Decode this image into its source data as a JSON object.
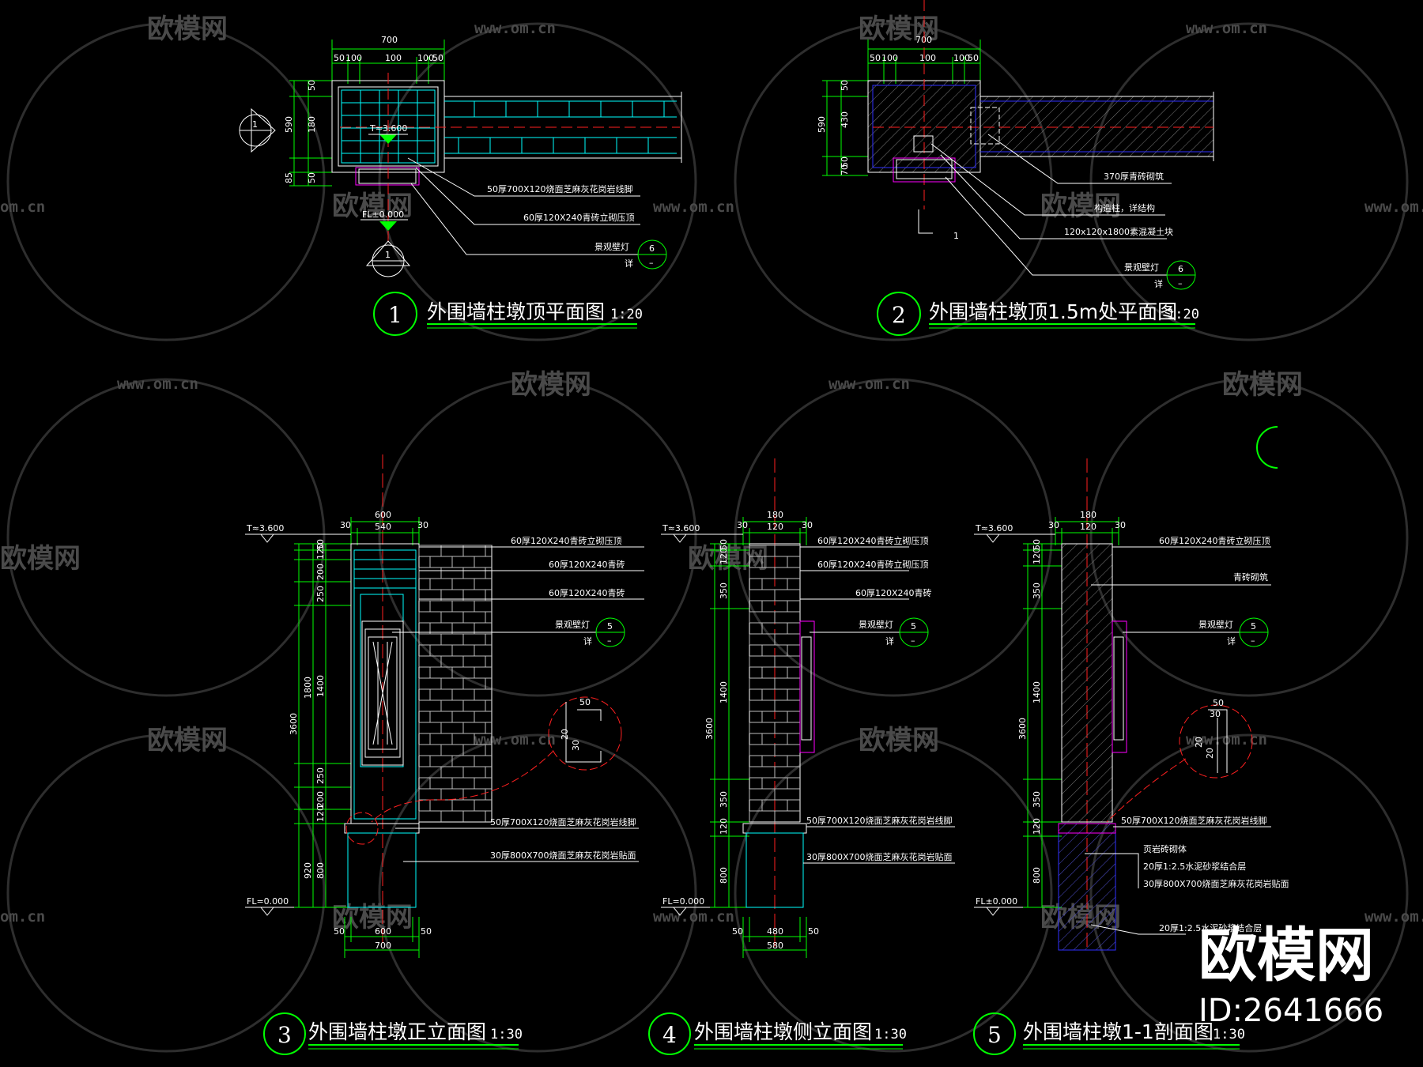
{
  "watermark": {
    "logo": "欧模网",
    "url": "www.om.cn",
    "url_short": "om.cn"
  },
  "brand": {
    "logo": "欧模网",
    "id": "ID:2641666"
  },
  "colors": {
    "background": "#000000",
    "line_green": "#00ff00",
    "line_cyan": "#00ffff",
    "line_red": "#ff2020",
    "line_blue": "#3030ff",
    "line_magenta": "#ff00ff",
    "text": "#ffffff"
  },
  "drawing1": {
    "num": "1",
    "title": "外围墙柱墩顶平面图",
    "scale": "1:20",
    "dims_top": [
      "700",
      "50",
      "100",
      "100",
      "100",
      "50"
    ],
    "dims_left": [
      "50",
      "180",
      "590",
      "85",
      "50"
    ],
    "level_top": "T≈3.600",
    "level_bottom": "FL±0.000",
    "section_mark": "1",
    "notes": [
      "50厚700X120烧面芝麻灰花岗岩线脚",
      "60厚120X240青砖立砌压顶",
      "景观壁灯"
    ],
    "ref": {
      "top": "6",
      "bottom": "–",
      "prefix": "详"
    }
  },
  "drawing2": {
    "num": "2",
    "title": "外围墙柱墩顶1.5m处平面图",
    "scale": "1:20",
    "dims_top": [
      "700",
      "50",
      "100",
      "100",
      "100",
      "50"
    ],
    "dims_left": [
      "50",
      "430",
      "590",
      "50",
      "70"
    ],
    "section_mark": "1",
    "notes": [
      "370厚青砖砌筑",
      "构造柱，详结构",
      "120x120x1800素混凝土块",
      "景观壁灯"
    ],
    "ref": {
      "top": "6",
      "bottom": "–",
      "prefix": "详"
    }
  },
  "drawing3": {
    "num": "3",
    "title": "外围墙柱墩正立面图",
    "scale": "1:30",
    "level_top": "T≈3.600",
    "level_bottom": "FL=0.000",
    "dims_top": [
      "600",
      "540",
      "30",
      "30"
    ],
    "dims_bottom": [
      "50",
      "600",
      "50",
      "700"
    ],
    "dims_left": [
      "50",
      "120",
      "200",
      "250",
      "1400",
      "250",
      "200",
      "120",
      "800",
      "920",
      "1800",
      "3600"
    ],
    "detail_dims": [
      "50",
      "20",
      "30"
    ],
    "notes": [
      "60厚120X240青砖立砌压顶",
      "60厚120X240青砖",
      "60厚120X240青砖",
      "景观壁灯",
      "50厚700X120烧面芝麻灰花岗岩线脚",
      "30厚800X700烧面芝麻灰花岗岩贴面"
    ],
    "ref": {
      "top": "5",
      "bottom": "–",
      "prefix": "详"
    }
  },
  "drawing4": {
    "num": "4",
    "title": "外围墙柱墩侧立面图",
    "scale": "1:30",
    "level_top": "T≈3.600",
    "level_bottom": "FL=0.000",
    "dims_top": [
      "180",
      "120",
      "30",
      "30"
    ],
    "dims_bottom": [
      "50",
      "480",
      "50",
      "580"
    ],
    "dims_left": [
      "50",
      "120",
      "350",
      "1400",
      "350",
      "120",
      "800",
      "3600"
    ],
    "notes": [
      "60厚120X240青砖立砌压顶",
      "60厚120X240青砖立砌压顶",
      "60厚120X240青砖",
      "景观壁灯",
      "50厚700X120烧面芝麻灰花岗岩线脚",
      "30厚800X700烧面芝麻灰花岗岩贴面"
    ],
    "ref": {
      "top": "5",
      "bottom": "–",
      "prefix": "详"
    }
  },
  "drawing5": {
    "num": "5",
    "title": "外围墙柱墩1-1剖面图",
    "scale": "1:30",
    "level_top": "T≈3.600",
    "level_bottom": "FL±0.000",
    "dims_top": [
      "180",
      "120",
      "30",
      "30"
    ],
    "dims_left": [
      "50",
      "120",
      "350",
      "1400",
      "350",
      "120",
      "800",
      "3600"
    ],
    "detail_dims": [
      "50",
      "30",
      "20",
      "20"
    ],
    "notes": [
      "60厚120X240青砖立砌压顶",
      "青砖砌筑",
      "景观壁灯",
      "50厚700X120烧面芝麻灰花岗岩线脚",
      "页岩砖砌体",
      "20厚1:2.5水泥砂浆结合层",
      "30厚800X700烧面芝麻灰花岗岩贴面",
      "20厚1:2.5水泥砂浆结合层"
    ],
    "ref": {
      "top": "5",
      "bottom": "–",
      "prefix": "详"
    }
  }
}
